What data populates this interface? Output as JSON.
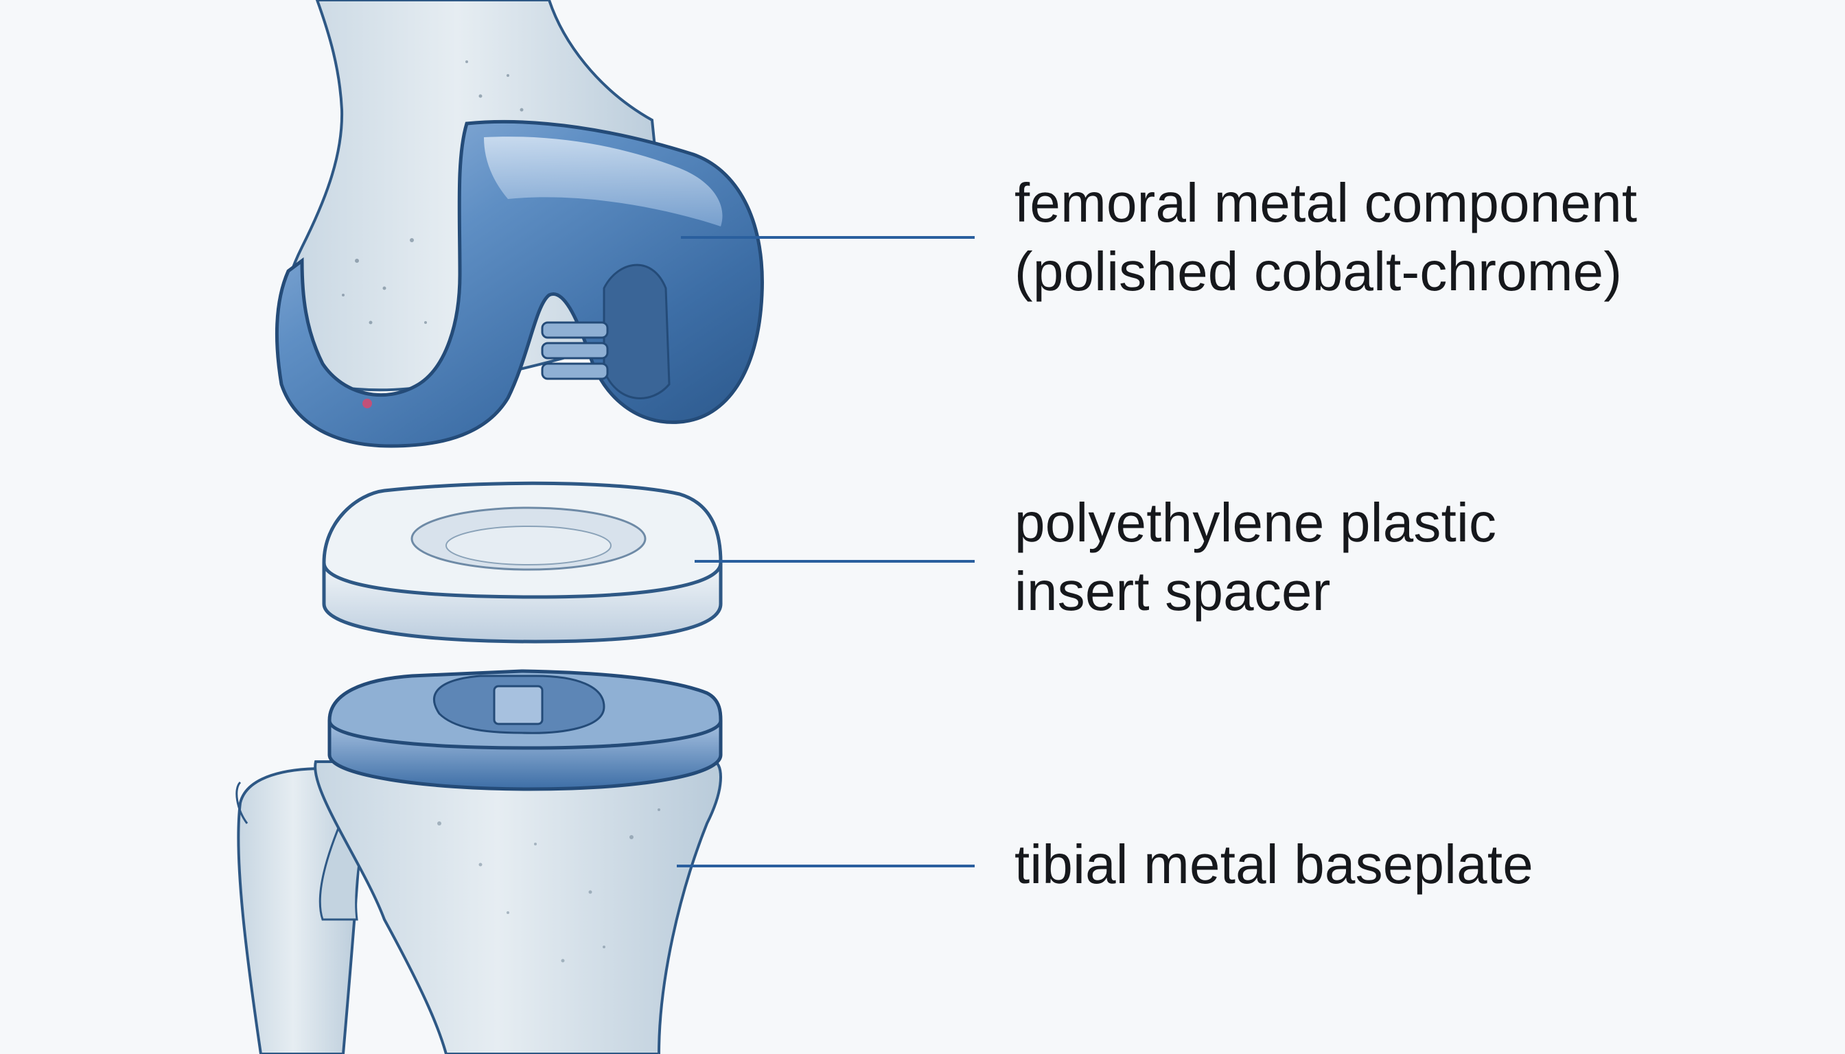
{
  "labels": {
    "femoral": {
      "line1": "femoral metal component",
      "line2": "(polished cobalt-chrome)"
    },
    "insert": {
      "line1": "polyethylene plastic",
      "line2": "insert spacer"
    },
    "tibial": {
      "line1": "tibial metal baseplate"
    }
  },
  "colors": {
    "background": "#f6f8fa",
    "bone": "#dde6ec",
    "metal": "#4f82b8",
    "metal_dark": "#2f5e93",
    "plastic": "#e3ebf2",
    "leader_line": "#2a5f9e",
    "text": "#16181c"
  }
}
